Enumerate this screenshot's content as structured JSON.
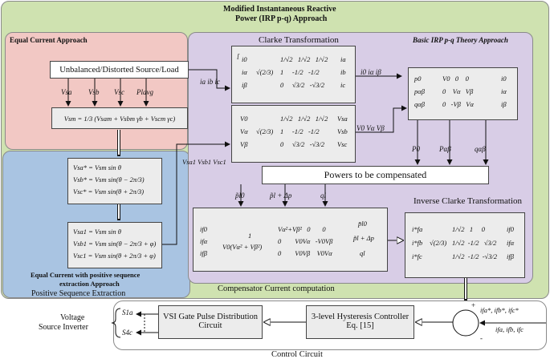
{
  "title": {
    "line1": "Modified Instantaneous Reactive",
    "line2": "Power (IRP p-q) Approach"
  },
  "equal_current": {
    "heading": "Equal Current Approach",
    "source_box": "Unbalanced/Distorted Source/Load",
    "inputs": [
      "Vsa",
      "Vsb",
      "Vsc",
      "Plavg"
    ],
    "vsm_eq": "Vsm = 1/3 (Vsam + Vsbm γb + Vscm γc)"
  },
  "clarke": {
    "heading": "Clarke Transformation",
    "current_inputs": "ia  ib  ic",
    "voltage_inputs": "Vsa1  Vsb1  Vsc1",
    "current_outputs": "i0  iα  iβ",
    "voltage_outputs": "V0  Vα  Vβ",
    "current_matrix_lhs": [
      "i0",
      "iα",
      "iβ"
    ],
    "current_matrix_rows": [
      "1/√2   1/√2   1/√2",
      "1     -1/2   -1/2",
      "0     √3/2   -√3/2"
    ],
    "current_matrix_rhs": [
      "ia",
      "ib",
      "ic"
    ],
    "voltage_matrix_lhs": [
      "V0",
      "Vα",
      "Vβ"
    ],
    "voltage_matrix_rhs": [
      "Vsa",
      "Vsb",
      "Vsc"
    ],
    "coeff": "√(2/3)"
  },
  "basic_irp": {
    "heading": "Basic IRP p-q Theory Approach",
    "lhs": [
      "p0",
      "pαβ",
      "qαβ"
    ],
    "rows": [
      "V0   0    0",
      "0    Vα   Vβ",
      "0   -Vβ   Vα"
    ],
    "rhs": [
      "i0",
      "iα",
      "iβ"
    ],
    "outputs": [
      "P0",
      "Pαβ",
      "qαβ"
    ]
  },
  "powers_box": "Powers to be compensated",
  "powers_outputs": [
    "p̃l0",
    "p̃l + Δp",
    "ql"
  ],
  "compensator": {
    "lhs": [
      "if0",
      "ifα",
      "ifβ"
    ],
    "coeff_num": "1",
    "coeff_den": "V0(Vα² + Vβ²)",
    "rows": [
      "Vα²+Vβ²   0       0",
      "0        V0Vα   -V0Vβ",
      "0        V0Vβ    V0Vα"
    ],
    "rhs": [
      "p̄l0",
      "p̃l + Δp",
      "ql"
    ],
    "label": "Compensator Current computation"
  },
  "inverse_clarke": {
    "heading": "Inverse Clarke Transformation",
    "lhs": [
      "i*fa",
      "i*fb",
      "i*fc"
    ],
    "coeff": "√(2/3)",
    "rows": [
      "1/√2   1     0",
      "1/√2  -1/2   √3/2",
      "1/√2  -1/2  -√3/2"
    ],
    "rhs": [
      "if0",
      "ifα",
      "ifβ"
    ]
  },
  "positive_seq": {
    "eq_top": [
      "Vsa* = Vsm sin θ",
      "Vsb* = Vsm sin(θ − 2π/3)",
      "Vsc* = Vsm sin(θ + 2π/3)"
    ],
    "eq_bottom": [
      "Vsa1 = Vsm sin θ",
      "Vsb1 = Vsm sin(θ − 2π/3 + φ)",
      "Vsc1 = Vsm sin(θ + 2π/3 + φ)"
    ],
    "caption1": "Equal Current  with positive sequence",
    "caption2": "extraction Approach",
    "label": "Positive Sequence Extraction"
  },
  "control": {
    "vsi_label1": "Voltage",
    "vsi_label2": "Source Inverter",
    "s1a": "S1a",
    "s4c": "S4c",
    "gate_box1": "VSI Gate Pulse Distribution",
    "gate_box2": "Circuit",
    "hyst_box1": "3-level Hysteresis Controller",
    "hyst_box2": "Eq. [15]",
    "plus": "+",
    "minus": "-",
    "ref_in": "ifa*, ifb*, ifc*",
    "meas_in": "ifa, ifb, ifc",
    "label": "Control Circuit"
  },
  "colors": {
    "outer_green": "#cfe2b0",
    "pink": "#f2c8c4",
    "purple": "#d8cde6",
    "blue": "#a9c4e2",
    "box_gray": "#ececec"
  }
}
